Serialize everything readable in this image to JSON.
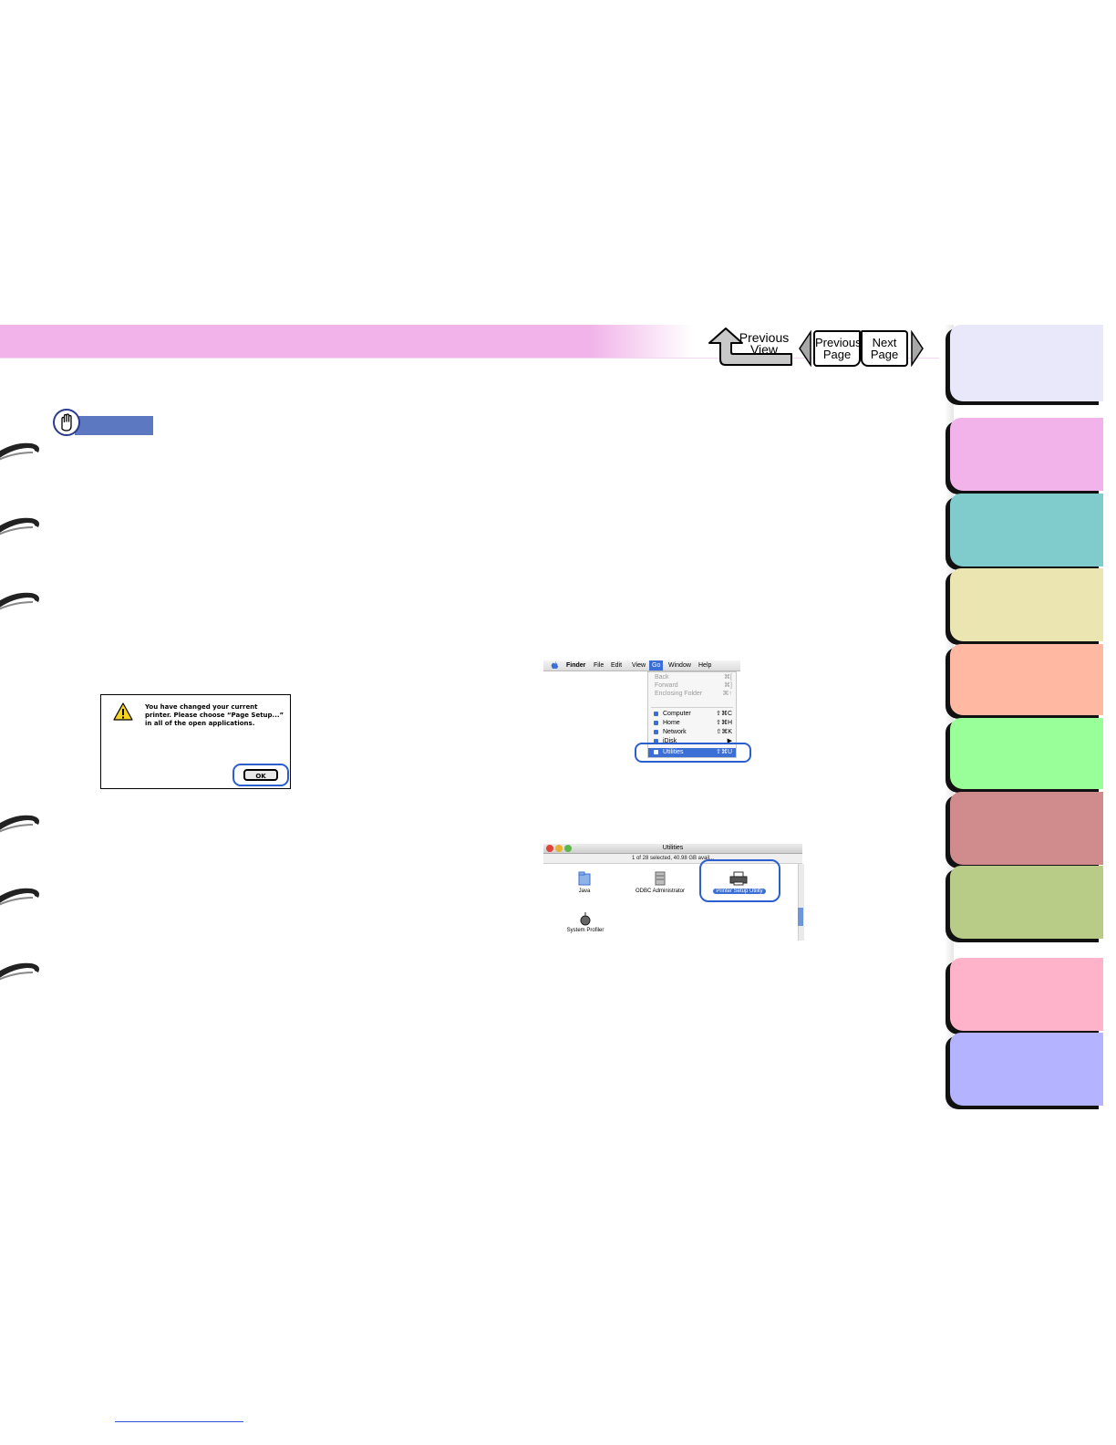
{
  "nav": {
    "previous_view": "Previous\nView",
    "previous_page": "Previous\nPage",
    "next_page": "Next\nPage"
  },
  "alert_dialog": {
    "message": "You have changed your current\nprinter. Please choose “Page Setup...”\nin all of the open applications.",
    "ok_label": "OK"
  },
  "finder_menu": {
    "menubar": [
      "Finder",
      "File",
      "Edit",
      "View",
      "Go",
      "Window",
      "Help"
    ],
    "items": [
      {
        "label": "Back",
        "shortcut": "⌘[",
        "disabled": true
      },
      {
        "label": "Forward",
        "shortcut": "⌘]",
        "disabled": true
      },
      {
        "label": "Enclosing Folder",
        "shortcut": "⌘↑",
        "disabled": true
      },
      {
        "label": "Computer",
        "shortcut": "⇧⌘C"
      },
      {
        "label": "Home",
        "shortcut": "⇧⌘H"
      },
      {
        "label": "Network",
        "shortcut": "⇧⌘K"
      },
      {
        "label": "iDisk",
        "shortcut": "▶"
      },
      {
        "label": "Utilities",
        "shortcut": "⇧⌘U",
        "selected": true
      }
    ]
  },
  "utilities_window": {
    "title": "Utilities",
    "status": "1 of 28 selected, 40.98 GB avail...",
    "items": [
      "Java",
      "ODBC Administrator",
      "Printer Setup Utility",
      "System Profiler"
    ]
  },
  "colors": {
    "header_band": "#f1b3e9",
    "highlight": "#2b5fd0",
    "important": "#5b78c0"
  }
}
